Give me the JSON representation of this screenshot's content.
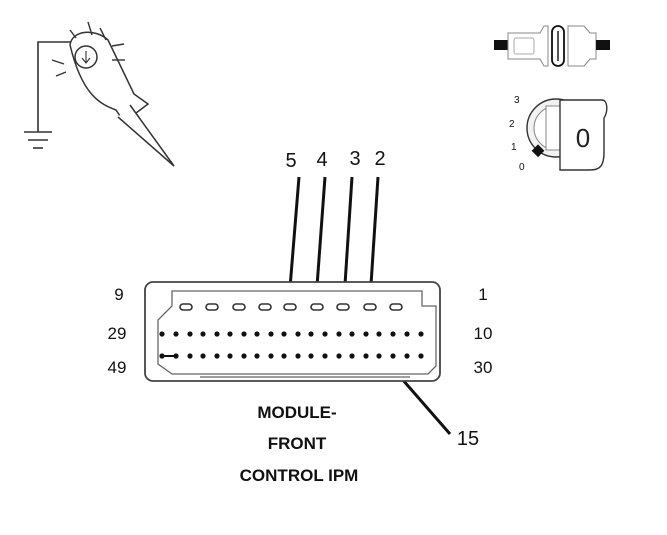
{
  "colors": {
    "ink": "#111111",
    "outline": "#555555",
    "ignition_fill": "#f2f2f2"
  },
  "icons": {
    "probe": "test-light-probe-icon",
    "ground": "ground-symbol-icon",
    "connector": "disconnected-connector-icon",
    "ignition": "ignition-switch-icon"
  },
  "ignition": {
    "positions": [
      "3",
      "2",
      "1",
      "0"
    ],
    "selected": "0"
  },
  "callouts": {
    "top_pins": [
      "5",
      "4",
      "3",
      "2"
    ],
    "bottom_pin": "15"
  },
  "connector": {
    "top_row": {
      "left": "9",
      "right": "1"
    },
    "middle_row": {
      "left": "29",
      "right": "10"
    },
    "bottom_row": {
      "left": "49",
      "right": "30"
    }
  },
  "caption": {
    "line1": "MODULE-",
    "line2": "FRONT",
    "line3": "CONTROL IPM"
  }
}
